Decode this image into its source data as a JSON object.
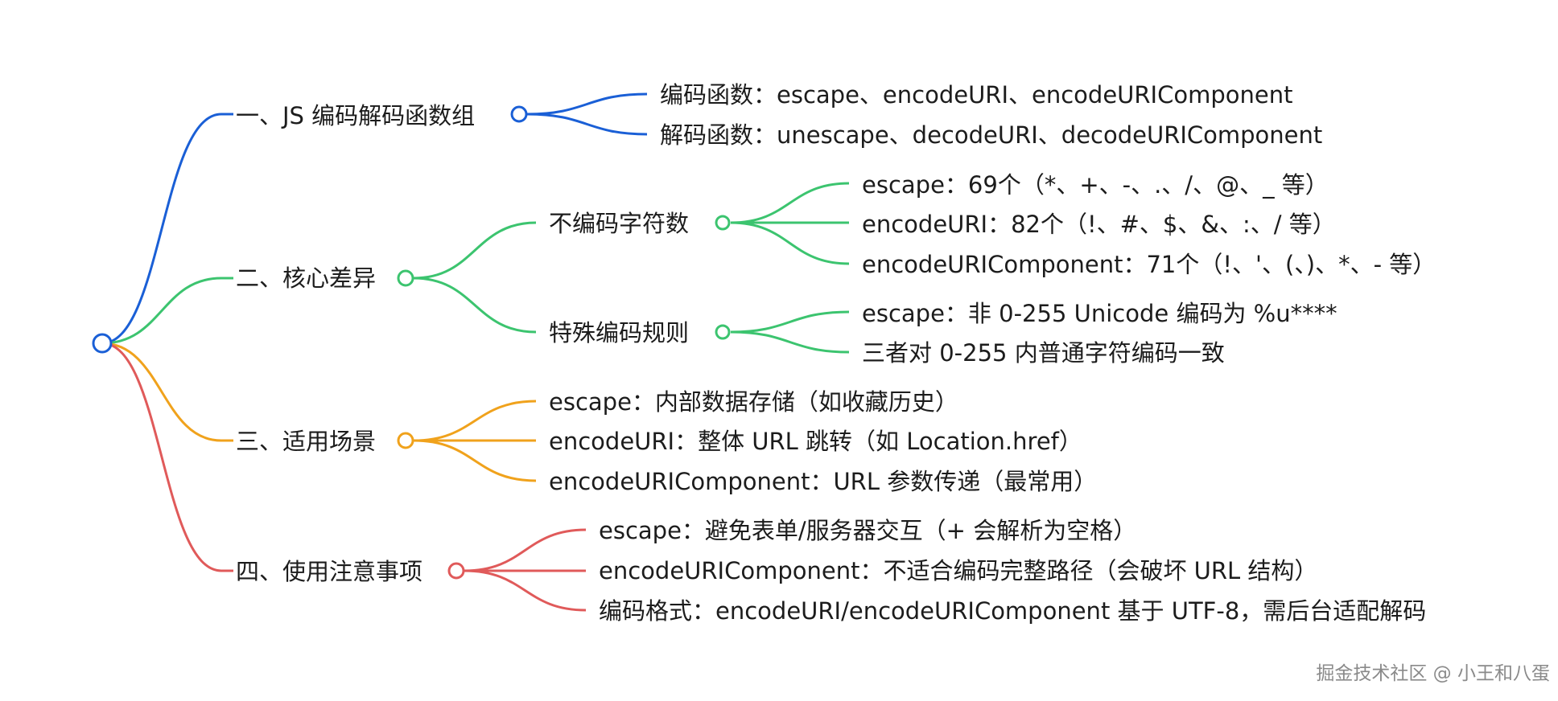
{
  "colors": {
    "blue": "#1a5fd6",
    "green": "#3cc46f",
    "orange": "#f0a21c",
    "red": "#e05a5a"
  },
  "branches": [
    {
      "label": "一、JS 编码解码函数组",
      "color": "blue",
      "children": [
        {
          "label": "编码函数：escape、encodeURI、encodeURIComponent"
        },
        {
          "label": "解码函数：unescape、decodeURI、decodeURIComponent"
        }
      ]
    },
    {
      "label": "二、核心差异",
      "color": "green",
      "children": [
        {
          "label": "不编码字符数",
          "children": [
            {
              "label": "escape：69个（*、+、-、.、/、@、_ 等）"
            },
            {
              "label": "encodeURI：82个（!、#、$、&、:、/ 等）"
            },
            {
              "label": "encodeURIComponent：71个（!、'、(、)、*、- 等）"
            }
          ]
        },
        {
          "label": "特殊编码规则",
          "children": [
            {
              "label": "escape：非 0-255 Unicode 编码为 %u****"
            },
            {
              "label": "三者对 0-255 内普通字符编码一致"
            }
          ]
        }
      ]
    },
    {
      "label": "三、适用场景",
      "color": "orange",
      "children": [
        {
          "label": "escape：内部数据存储（如收藏历史）"
        },
        {
          "label": "encodeURI：整体 URL 跳转（如 Location.href）"
        },
        {
          "label": "encodeURIComponent：URL 参数传递（最常用）"
        }
      ]
    },
    {
      "label": "四、使用注意事项",
      "color": "red",
      "children": [
        {
          "label": "escape：避免表单/服务器交互（+ 会解析为空格）"
        },
        {
          "label": "encodeURIComponent：不适合编码完整路径（会破坏 URL 结构）"
        },
        {
          "label": "编码格式：encodeURI/encodeURIComponent 基于 UTF-8，需后台适配解码"
        }
      ]
    }
  ],
  "watermark": "掘金技术社区 @ 小王和八蛋"
}
